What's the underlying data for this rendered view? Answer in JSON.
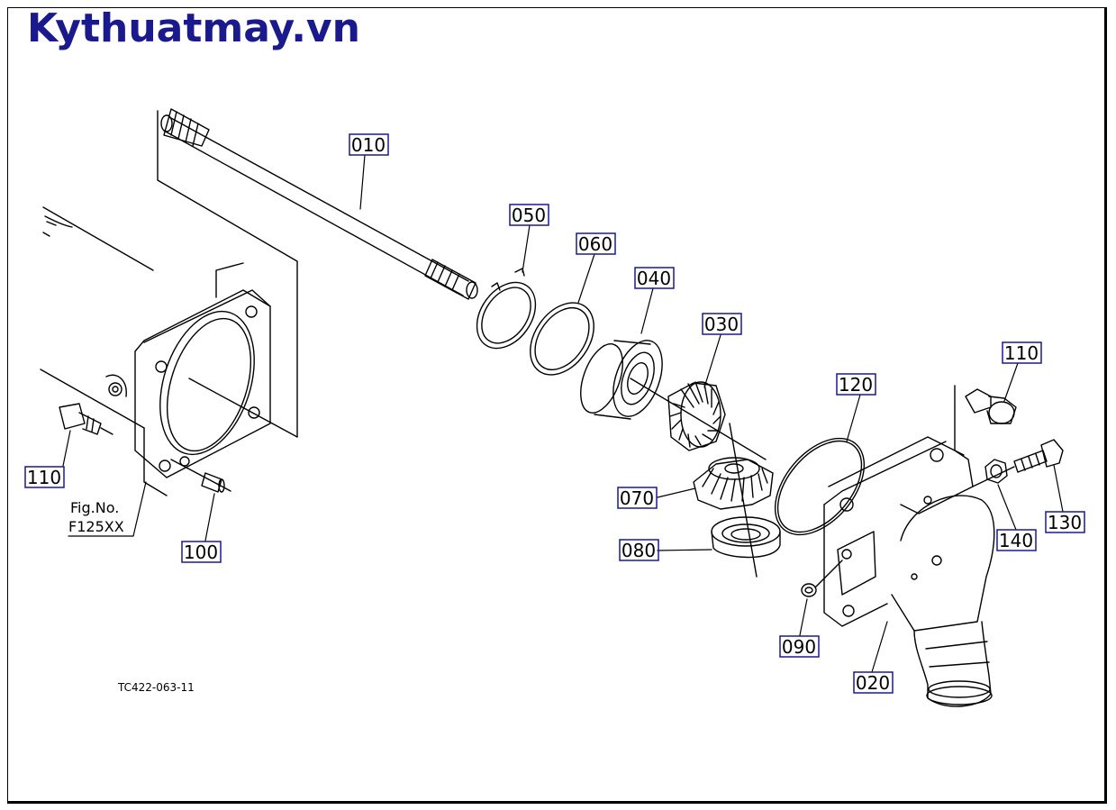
{
  "site": {
    "logo_text": "Kythuatmay.vn"
  },
  "figure": {
    "ref_title": "Fig.No.",
    "ref_number": "F125XX",
    "drawing_code": "TC422-063-11"
  },
  "part_labels": {
    "p010": "010",
    "p050": "050",
    "p060": "060",
    "p040": "040",
    "p030": "030",
    "p110_right": "110",
    "p120": "120",
    "p110_left": "110",
    "p070": "070",
    "p080": "080",
    "p100": "100",
    "p140": "140",
    "p130": "130",
    "p090": "090",
    "p020": "020"
  },
  "colors": {
    "logo": "#1a1a8c",
    "label_border": "#1a1a8c",
    "line": "#000000"
  }
}
